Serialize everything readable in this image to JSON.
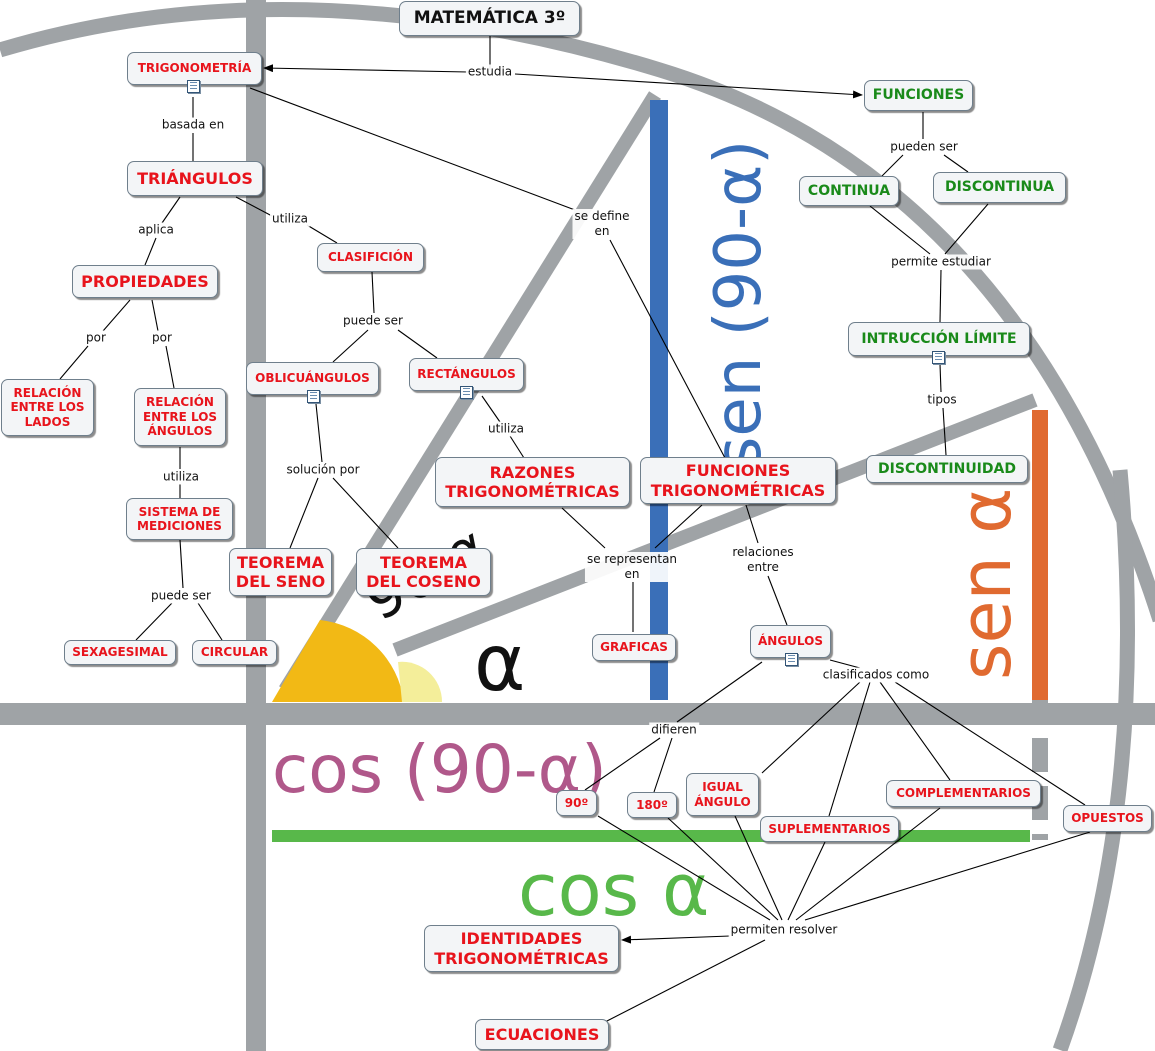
{
  "background": {
    "cos_90_alpha": "cos (90-α)",
    "cos_alpha": "cos α",
    "sen_90_alpha": "sen (90-α)",
    "sen_alpha": "sen α",
    "angle_90_alpha": "90-α",
    "alpha": "α",
    "colors": {
      "blue": "#3a6fb8",
      "orange": "#e06a30",
      "green": "#58b84a",
      "pink": "#b0588a",
      "gray": "#9fa3a6",
      "yellow": "#f2b915",
      "paleYellow": "#f4ee9a"
    }
  },
  "nodes": {
    "title": "MATEMÁTICA 3º",
    "trigonometria": "TRIGONOMETRÍA",
    "triangulos": "TRIÁNGULOS",
    "propiedades": "PROPIEDADES",
    "relacion_lados": "RELACIÓN\nENTRE LOS\nLADOS",
    "relacion_angulos": "RELACIÓN\nENTRE LOS\nÁNGULOS",
    "sistema": "SISTEMA DE\nMEDICIONES",
    "sexagesimal": "SEXAGESIMAL",
    "circular": "CIRCULAR",
    "clasificion": "CLASIFICIÓN",
    "oblicuangulos": "OBLICUÁNGULOS",
    "rectangulos": "RECTÁNGULOS",
    "teorema_seno": "TEOREMA\nDEL SENO",
    "teorema_coseno": "TEOREMA\nDEL COSENO",
    "razones": "RAZONES\nTRIGONOMÉTRICAS",
    "funciones_trig": "FUNCIONES\nTRIGONOMÉTRICAS",
    "graficas": "GRAFICAS",
    "angulos": "ÁNGULOS",
    "funciones": "FUNCIONES",
    "continua": "CONTINUA",
    "discontinua": "DISCONTINUA",
    "intruccion": "INTRUCCIÓN LÍMITE",
    "discontinuidad": "DISCONTINUIDAD",
    "n90": "90º",
    "n180": "180º",
    "igual": "IGUAL\nÁNGULO",
    "suplementarios": "SUPLEMENTARIOS",
    "complementarios": "COMPLEMENTARIOS",
    "opuestos": "OPUESTOS",
    "identidades": "IDENTIDADES\nTRIGONOMÉTRICAS",
    "ecuaciones": "ECUACIONES"
  },
  "labels": {
    "estudia": "estudia",
    "basada_en": "basada en",
    "aplica": "aplica",
    "utiliza1": "utiliza",
    "por1": "por",
    "por2": "por",
    "utiliza2": "utiliza",
    "puede_ser1": "puede ser",
    "puede_ser2": "puede ser",
    "solucion_por": "solución por",
    "utiliza3": "utiliza",
    "se_define_en": "se define\nen",
    "se_representan_en": "se representan\nen",
    "relaciones_entre": "relaciones\nentre",
    "clasificados_como": "clasificados como",
    "difieren": "difieren",
    "permiten_resolver": "permiten resolver",
    "pueden_ser": "pueden ser",
    "permite_estudiar": "permite estudiar",
    "tipos": "tipos"
  }
}
